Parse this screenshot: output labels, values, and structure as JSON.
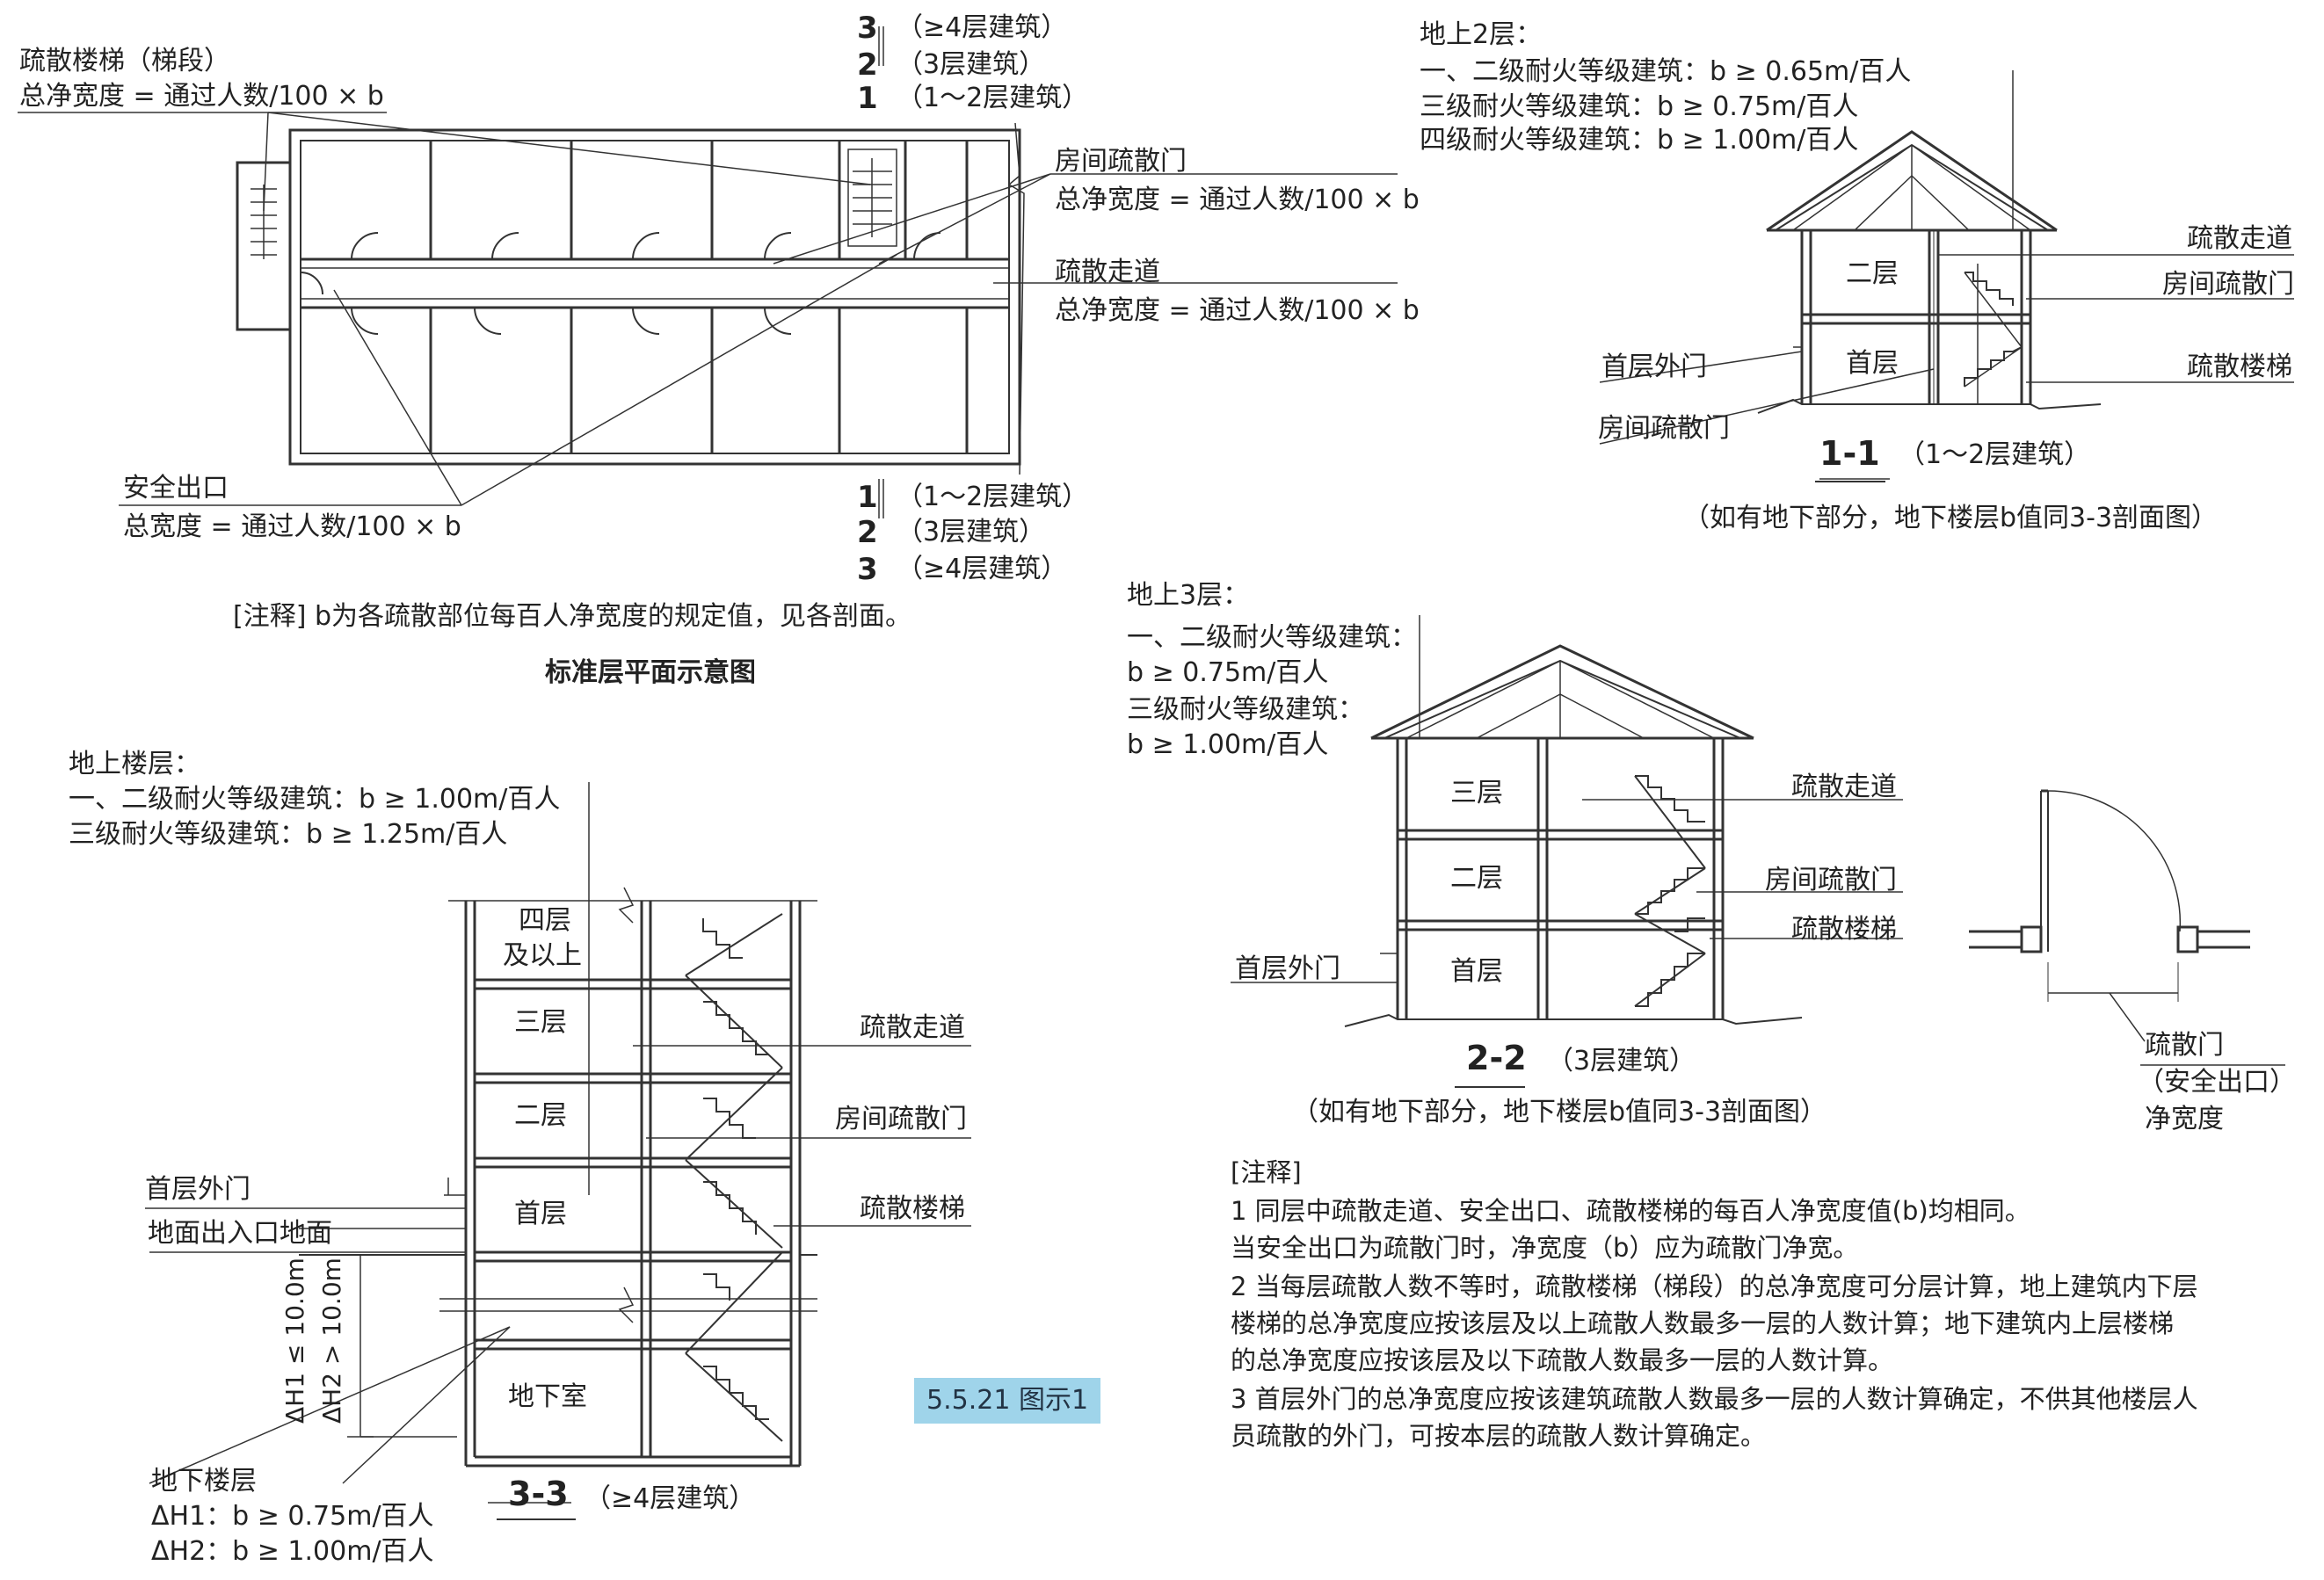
{
  "plan": {
    "stair_label": "疏散楼梯（梯段）",
    "stair_formula": "总净宽度 = 通过人数/100 × b",
    "legend_top": [
      {
        "num": "3",
        "text": "（≥4层建筑）"
      },
      {
        "num": "2",
        "text": "（3层建筑）"
      },
      {
        "num": "1",
        "text": "（1～2层建筑）"
      }
    ],
    "door_label": "房间疏散门",
    "door_formula": "总净宽度 = 通过人数/100 × b",
    "corridor_label": "疏散走道",
    "corridor_formula": "总净宽度 = 通过人数/100 × b",
    "exit_label": "安全出口",
    "exit_formula": "总宽度 = 通过人数/100 × b",
    "legend_bottom": [
      {
        "num": "1",
        "text": "（1～2层建筑）"
      },
      {
        "num": "2",
        "text": "（3层建筑）"
      },
      {
        "num": "3",
        "text": "（≥4层建筑）"
      }
    ],
    "note": "[注释] b为各疏散部位每百人净宽度的规定值，见各剖面。",
    "title": "标准层平面示意图"
  },
  "sec11": {
    "header": "地上2层：",
    "lines": [
      "一、二级耐火等级建筑：b ≥ 0.65m/百人",
      "三级耐火等级建筑：b ≥ 0.75m/百人",
      "四级耐火等级建筑：b ≥ 1.00m/百人"
    ],
    "floor2": "二层",
    "floor1": "首层",
    "corridor": "疏散走道",
    "room_door": "房间疏散门",
    "stair": "疏散楼梯",
    "ext_door": "首层外门",
    "room_door2": "房间疏散门",
    "sec_num": "1-1",
    "sec_desc": "（1～2层建筑）",
    "foot": "（如有地下部分，地下楼层b值同3-3剖面图）"
  },
  "sec22": {
    "header": "地上3层：",
    "lines": [
      "一、二级耐火等级建筑：",
      "b ≥ 0.75m/百人",
      "三级耐火等级建筑：",
      "b ≥ 1.00m/百人"
    ],
    "floor3": "三层",
    "floor2": "二层",
    "floor1": "首层",
    "corridor": "疏散走道",
    "room_door": "房间疏散门",
    "stair": "疏散楼梯",
    "ext_door": "首层外门",
    "sec_num": "2-2",
    "sec_desc": "（3层建筑）",
    "foot": "（如有地下部分，地下楼层b值同3-3剖面图）"
  },
  "door_detail": {
    "line1": "疏散门",
    "line2": "（安全出口）",
    "line3": "净宽度"
  },
  "sec33": {
    "header": "地上楼层：",
    "lines": [
      "一、二级耐火等级建筑：b ≥ 1.00m/百人",
      "三级耐火等级建筑：b ≥ 1.25m/百人"
    ],
    "floor4a": "四层",
    "floor4b": "及以上",
    "floor3": "三层",
    "floor2": "二层",
    "floor1": "首层",
    "basement": "地下室",
    "corridor": "疏散走道",
    "room_door": "房间疏散门",
    "stair": "疏散楼梯",
    "ext_door": "首层外门",
    "ground": "地面出入口地面",
    "h1": "ΔH1 ≤ 10.0m",
    "h2": "ΔH2 > 10.0m",
    "under_header": "地下楼层",
    "under_l1": "ΔH1：b ≥ 0.75m/百人",
    "under_l2": "ΔH2：b ≥ 1.00m/百人",
    "sec_num": "3-3",
    "sec_desc": "（≥4层建筑）"
  },
  "badge": "5.5.21 图示1",
  "notes": {
    "header": "[注释]",
    "items": [
      "1  同层中疏散走道、安全出口、疏散楼梯的每百人净宽度值(b)均相同。",
      "    当安全出口为疏散门时，净宽度（b）应为疏散门净宽。",
      "2  当每层疏散人数不等时，疏散楼梯（梯段）的总净宽度可分层计算，地上建筑内下层",
      "    楼梯的总净宽度应按该层及以上疏散人数最多一层的人数计算；地下建筑内上层楼梯",
      "    的总净宽度应按该层及以下疏散人数最多一层的人数计算。",
      "3  首层外门的总净宽度应按该建筑疏散人数最多一层的人数计算确定，不供其他楼层人",
      "    员疏散的外门，可按本层的疏散人数计算确定。"
    ]
  }
}
